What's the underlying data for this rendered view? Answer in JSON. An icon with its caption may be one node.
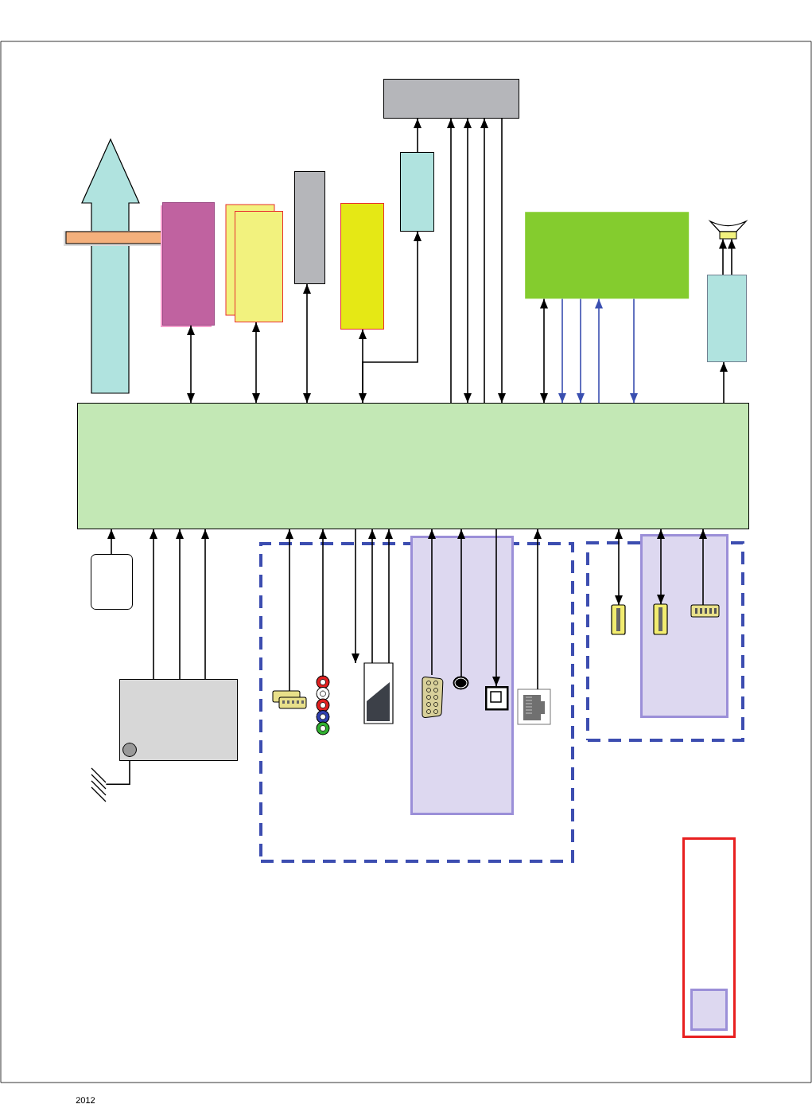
{
  "diagram": {
    "nodes": [
      {
        "text": [],
        "shape": "box"
      },
      {
        "text": [],
        "shape": "box"
      },
      {
        "text": [],
        "shape": "box"
      },
      {
        "text": [],
        "shape": "box"
      },
      {
        "text": [],
        "shape": "box"
      },
      {
        "text": [],
        "shape": "box"
      },
      {
        "text": [],
        "shape": "box"
      },
      {
        "text": [],
        "shape": "speaker"
      },
      {
        "text": [],
        "shape": "box"
      },
      {
        "text": [],
        "shape": "box"
      },
      {
        "text": [],
        "shape": "box"
      },
      {
        "text": [],
        "shape": "box"
      },
      {
        "text": [],
        "shape": "antenna"
      },
      {
        "text": [],
        "shape": "box"
      },
      {
        "text": [],
        "shape": "box",
        "in": 13
      },
      {
        "text": [],
        "shape": "box",
        "in": 13
      },
      {
        "text": [],
        "shape": "picture",
        "in": 13
      },
      {
        "text": [],
        "shape": "picture",
        "in": 13
      },
      {
        "text": [],
        "shape": "picture",
        "in": 14
      },
      {
        "text": [],
        "shape": "circle",
        "in": 14
      },
      {
        "text": [],
        "shape": "box",
        "in": 14
      },
      {
        "text": [],
        "shape": "picture",
        "in": 13
      },
      {
        "text": [],
        "shape": "box"
      },
      {
        "text": [],
        "shape": "picture",
        "in": 22
      },
      {
        "text": [],
        "shape": "box",
        "in": 22
      },
      {
        "text": [],
        "shape": "picture",
        "in": 24
      },
      {
        "text": [],
        "shape": "picture",
        "in": 24
      },
      {
        "text": [],
        "shape": "box"
      },
      {
        "text": [],
        "shape": "box",
        "in": 27
      }
    ],
    "edges": [
      {
        "from": 9,
        "to": 1,
        "arrow": "both"
      },
      {
        "from": 9,
        "to": 2,
        "arrow": "both"
      },
      {
        "from": 9,
        "to": 3,
        "arrow": "both"
      },
      {
        "from": 9,
        "to": 5,
        "arrow": "both"
      },
      {
        "from": 9,
        "to": 4,
        "arrow": "to"
      },
      {
        "from": 4,
        "to": 0,
        "arrow": "to"
      },
      {
        "from": 9,
        "to": 0,
        "arrow": "to"
      },
      {
        "from": 9,
        "to": 0,
        "arrow": "both"
      },
      {
        "from": 9,
        "to": 0,
        "arrow": "to"
      },
      {
        "from": 0,
        "to": 9,
        "arrow": "to"
      },
      {
        "from": 9,
        "to": 6,
        "arrow": "both"
      },
      {
        "from": 6,
        "to": 9,
        "arrow": "to",
        "color": "#3a4fb0"
      },
      {
        "from": 6,
        "to": 9,
        "arrow": "to",
        "color": "#3a4fb0"
      },
      {
        "from": 9,
        "to": 6,
        "arrow": "to",
        "color": "#3a4fb0"
      },
      {
        "from": 6,
        "to": 9,
        "arrow": "to",
        "color": "#3a4fb0"
      },
      {
        "from": 9,
        "to": 8,
        "arrow": "to"
      },
      {
        "from": 8,
        "to": 7,
        "arrow": "to"
      },
      {
        "from": 8,
        "to": 7,
        "arrow": "to"
      },
      {
        "from": 10,
        "to": 9,
        "arrow": "to"
      },
      {
        "from": 11,
        "to": 9,
        "arrow": "to"
      },
      {
        "from": 11,
        "to": 9,
        "arrow": "to"
      },
      {
        "from": 11,
        "to": 9,
        "arrow": "to"
      },
      {
        "from": 11,
        "to": 12,
        "arrow": "none"
      },
      {
        "from": 15,
        "to": 9,
        "arrow": "to"
      },
      {
        "from": 16,
        "to": 9,
        "arrow": "to"
      },
      {
        "from": 9,
        "to": 17,
        "arrow": "to"
      },
      {
        "from": 17,
        "to": 9,
        "arrow": "to"
      },
      {
        "from": 17,
        "to": 9,
        "arrow": "to"
      },
      {
        "from": 18,
        "to": 9,
        "arrow": "to"
      },
      {
        "from": 19,
        "to": 9,
        "arrow": "to"
      },
      {
        "from": 9,
        "to": 20,
        "arrow": "to"
      },
      {
        "from": 21,
        "to": 9,
        "arrow": "to"
      },
      {
        "from": 9,
        "to": 23,
        "arrow": "both"
      },
      {
        "from": 9,
        "to": 25,
        "arrow": "both"
      },
      {
        "from": 26,
        "to": 9,
        "arrow": "to"
      }
    ],
    "labels": [
      "2012"
    ]
  }
}
